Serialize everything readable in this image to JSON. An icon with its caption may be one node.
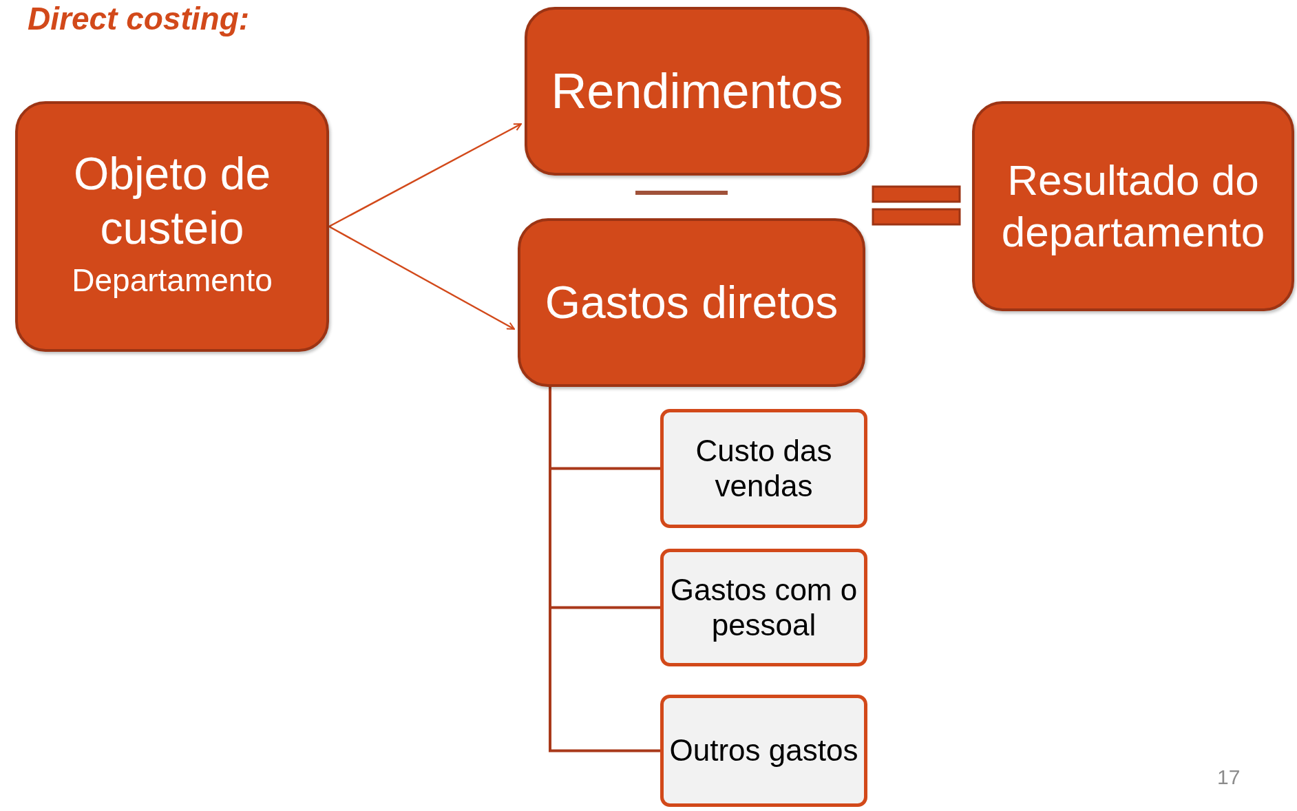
{
  "diagram": {
    "title": "Direct costing:",
    "nodes": [
      {
        "text": [
          "Objeto de custeio",
          "Departamento"
        ]
      },
      {
        "text": [
          "Rendimentos"
        ]
      },
      {
        "text": [
          "Gastos diretos"
        ]
      },
      {
        "text": [
          "Resultado do departamento"
        ]
      },
      {
        "text": [
          "Custo das vendas"
        ]
      },
      {
        "text": [
          "Gastos com o pessoal"
        ]
      },
      {
        "text": [
          "Outros gastos"
        ]
      }
    ],
    "edges": [
      {
        "from": 0,
        "to": 1,
        "arrow": "to"
      },
      {
        "from": 0,
        "to": 2,
        "arrow": "to"
      },
      {
        "from": 2,
        "to": 4,
        "arrow": "none"
      },
      {
        "from": 2,
        "to": 5,
        "arrow": "none"
      },
      {
        "from": 2,
        "to": 6,
        "arrow": "none"
      }
    ],
    "labels": [
      "17"
    ]
  }
}
